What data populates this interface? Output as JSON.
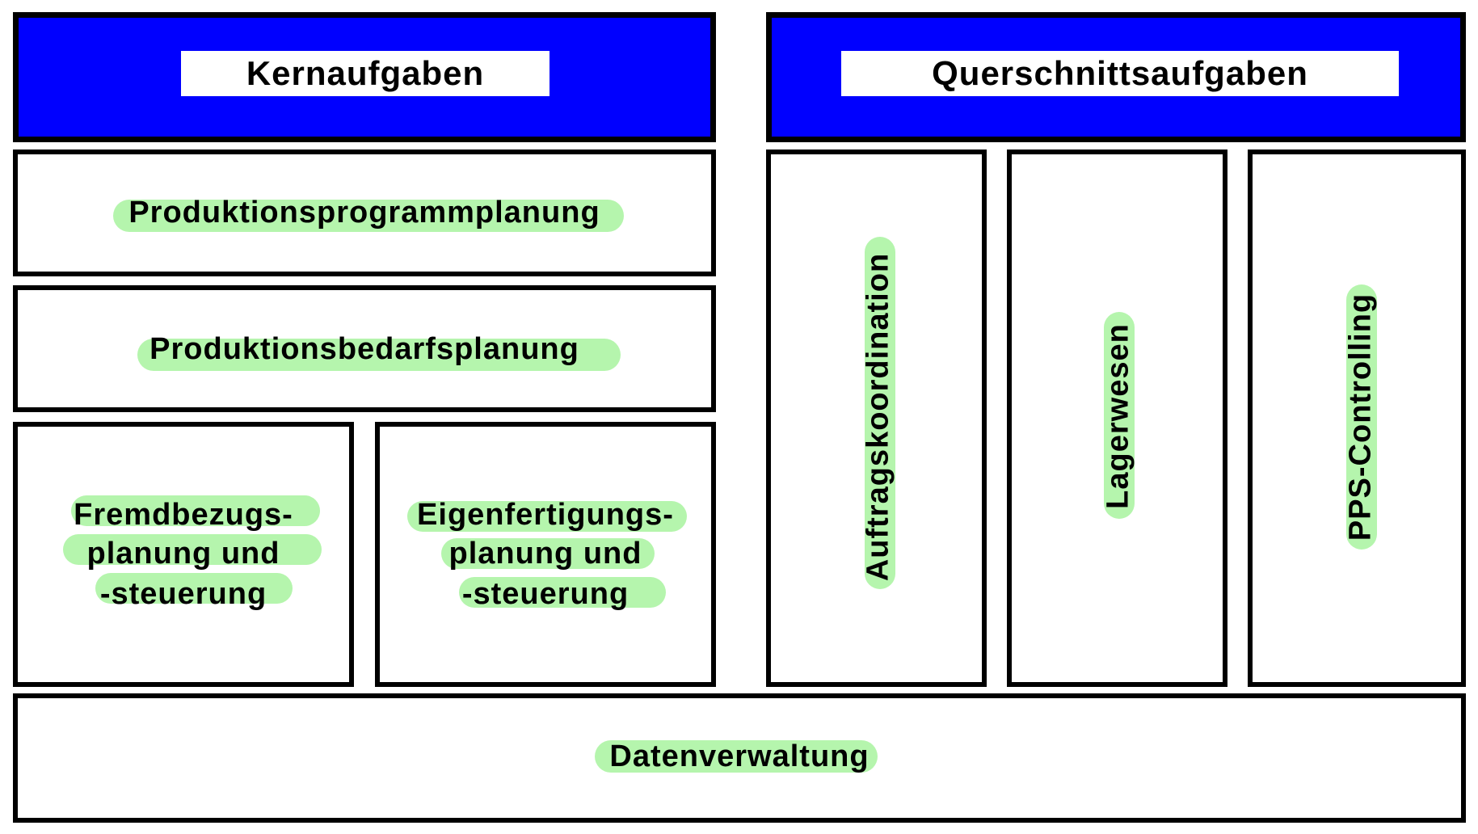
{
  "colors": {
    "header_fill": "#0000ff",
    "highlight": "#b5f5ad",
    "border": "#000000"
  },
  "core": {
    "header": "Kernaufgaben",
    "program_planning": "Produktionsprogrammplanung",
    "demand_planning": "Produktionsbedarfsplanung",
    "external_procurement": [
      "Fremdbezugs-",
      "planung und",
      "-steuerung"
    ],
    "in_house_production": [
      "Eigenfertigungs-",
      "planung und",
      "-steuerung"
    ]
  },
  "cross_sectional": {
    "header": "Querschnittsaufgaben",
    "order_coordination": "Auftragskoordination",
    "warehousing": "Lagerwesen",
    "controlling": "PPS-Controlling"
  },
  "data_management": "Datenverwaltung"
}
